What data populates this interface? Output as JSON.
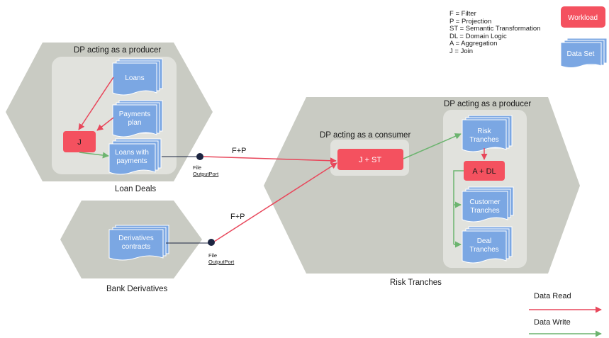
{
  "legend": {
    "abbreviations": [
      "F = Filter",
      "P = Projection",
      "ST = Semantic Transformation",
      "DL = Domain Logic",
      "A = Aggregation",
      "J = Join"
    ],
    "workload": "Workload",
    "dataset": "Data Set",
    "data_read": "Data Read",
    "data_write": "Data Write"
  },
  "colors": {
    "hexagon": "#c9cbc3",
    "inner": "#e1e2dd",
    "workload": "#f4515f",
    "dataset": "#7ba7e3",
    "read": "#e8475b",
    "write": "#6cb46f",
    "port": "#1c2541"
  },
  "loan_deals": {
    "title": "Loan Deals",
    "inner_title": "DP acting as a producer",
    "loans": "Loans",
    "payments_plan": [
      "Payments",
      "plan"
    ],
    "join": "J",
    "loans_with_payments": [
      "Loans with",
      "payments"
    ],
    "port": [
      "File",
      "OutputPort"
    ],
    "edge_label": "F+P"
  },
  "bank_derivatives": {
    "title": "Bank Derivatives",
    "derivatives": [
      "Derivatives",
      "contracts"
    ],
    "port": [
      "File",
      "OutputPort"
    ],
    "edge_label": "F+P"
  },
  "risk_tranches": {
    "title": "Risk Tranches",
    "consumer_title": "DP acting as a consumer",
    "consumer_workload": "J + ST",
    "producer_title": "DP acting as a producer",
    "risk_tranches_ds": [
      "Risk",
      "Tranches"
    ],
    "agg_workload": "A + DL",
    "customer_tranches": [
      "Customer",
      "Tranches"
    ],
    "deal_tranches": [
      "Deal",
      "Tranches"
    ]
  }
}
